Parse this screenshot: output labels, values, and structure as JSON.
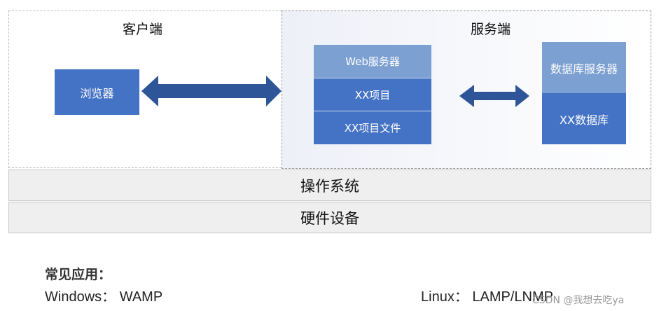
{
  "client": {
    "title": "客户端",
    "browser_label": "浏览器"
  },
  "server": {
    "title": "服务端",
    "web_stack": [
      "Web服务器",
      "XX项目",
      "XX项目文件"
    ],
    "db_stack": [
      "数据库服务器",
      "XX数据库"
    ]
  },
  "layers": {
    "os": "操作系统",
    "hardware": "硬件设备"
  },
  "footer": {
    "heading": "常见应用：",
    "windows": "Windows：  WAMP",
    "linux": "Linux：  LAMP/LNMP"
  },
  "watermark": "CSDN @我想去吃ya",
  "colors": {
    "box_dark": "#4472c4",
    "box_light": "#7ca0d2",
    "arrow": "#2e5597"
  }
}
